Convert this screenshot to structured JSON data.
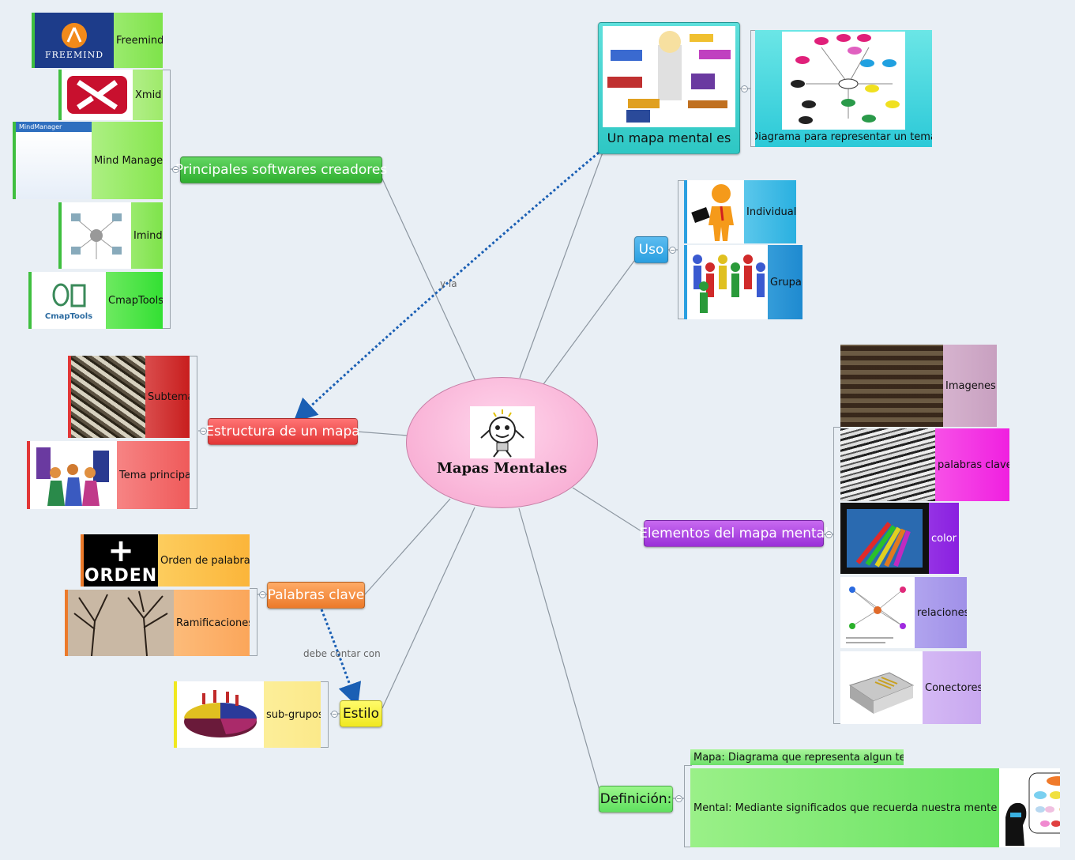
{
  "map": {
    "central_topic": "Mapas Mentales",
    "branches": {
      "softwares": {
        "label": "Principales softwares creadores",
        "items": [
          "Freemind",
          "Xmid",
          "Mind Manager",
          "Imind",
          "CmapTools"
        ]
      },
      "estructura": {
        "label": "Estructura de un mapa",
        "items": [
          "Subtema",
          "Tema principal"
        ]
      },
      "palabras": {
        "label": "Palabras clave",
        "items": [
          "Orden de palabras",
          "Ramificaciones"
        ]
      },
      "estilo": {
        "label": "Estilo",
        "items": [
          "sub-grupos"
        ]
      },
      "mapa_es": {
        "label": "Un mapa mental es",
        "items": [
          "Diagrama para representar un tema"
        ]
      },
      "uso": {
        "label": "Uso",
        "items": [
          "Individual",
          "Grupal"
        ]
      },
      "elementos": {
        "label": "Elementos del mapa mental",
        "items": [
          "Imagenes",
          "palabras clave",
          "color",
          "relaciones",
          "Conectores"
        ]
      },
      "definicion": {
        "label": "Definición:",
        "items": [
          "Mapa: Diagrama que representa algun tema",
          "Mental: Mediante significados que recuerda nuestra mente"
        ]
      }
    },
    "relationships": [
      {
        "label": "y la"
      },
      {
        "label": "debe contar con"
      }
    ],
    "image_text": {
      "freemind_logo": "FREEMIND",
      "mindmanager_title": "MindManager",
      "cmaptools_logo": "CmapTools",
      "orden_word": "ORDEN"
    }
  },
  "colors": {
    "canvas": "#e9eff5",
    "central_pink": "#f6a3cd",
    "software_green": "#3fbf3f",
    "estructura_red": "#ef4b4b",
    "palabras_orange": "#f08a3c",
    "estilo_yellow": "#f7f33a",
    "mapa_teal": "#2ec7c4",
    "uso_blue": "#2a9fe0",
    "elementos_purple": "#a43fe0",
    "definicion_green": "#5fe05f",
    "relationship_blue": "#1a5fb4"
  }
}
